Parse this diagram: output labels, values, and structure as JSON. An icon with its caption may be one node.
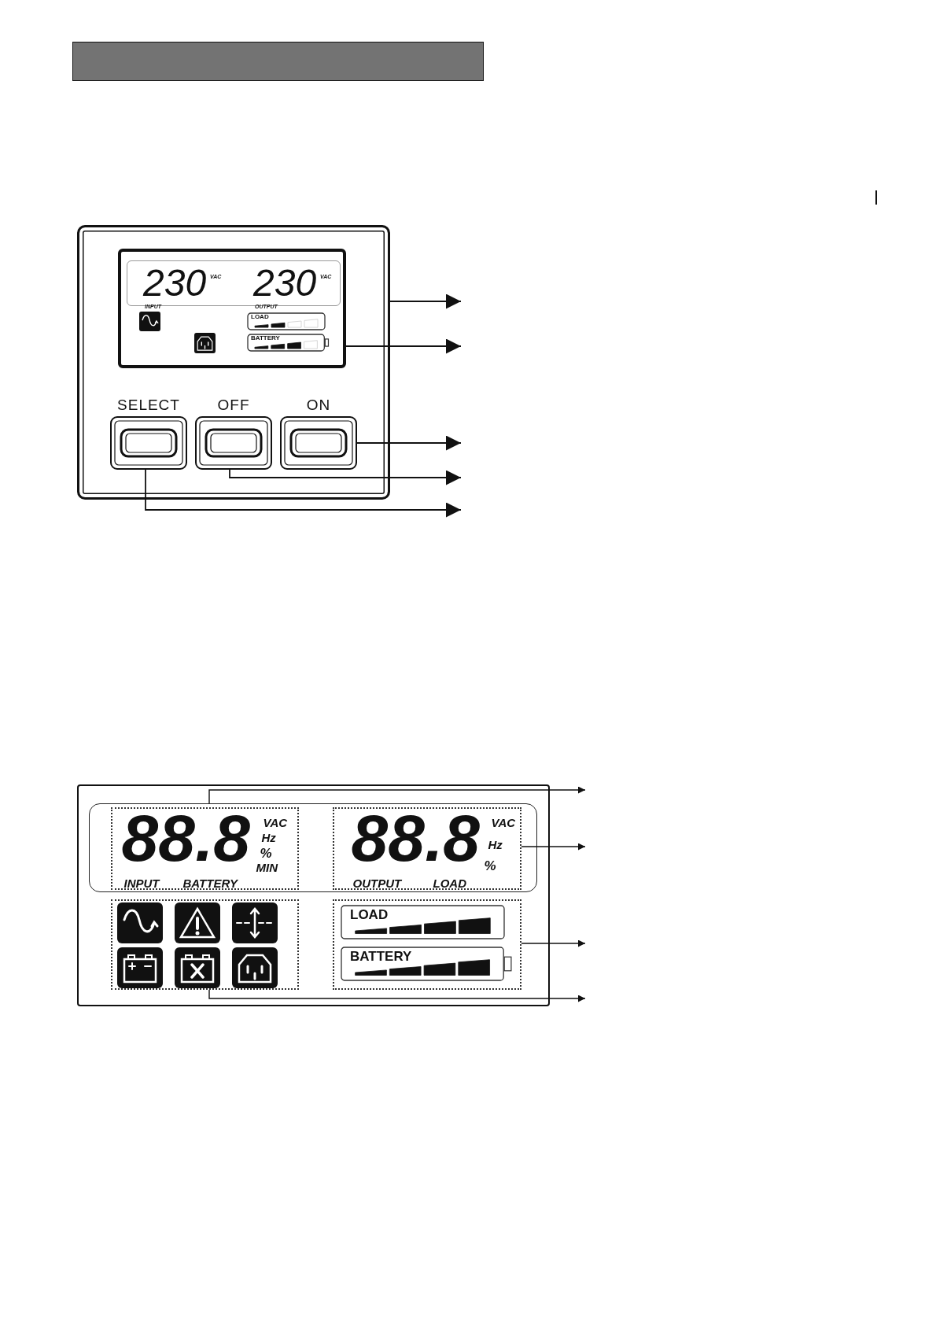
{
  "diagram": {
    "nodes": [
      {
        "text": [],
        "shape": "bar"
      },
      {
        "text": [],
        "shape": "box"
      },
      {
        "text": [
          "230",
          "VAC",
          "INPUT",
          "230",
          "VAC",
          "OUTPUT"
        ],
        "in": 1
      },
      {
        "text": [
          "LOAD"
        ],
        "in": 2
      },
      {
        "text": [
          "BATTERY"
        ],
        "in": 2
      },
      {
        "text": [
          "SELECT"
        ],
        "in": 1
      },
      {
        "text": [
          "OFF"
        ],
        "in": 1
      },
      {
        "text": [
          "ON"
        ],
        "in": 1
      },
      {
        "text": [],
        "shape": "box"
      },
      {
        "text": [],
        "shape": "box",
        "in": 8
      },
      {
        "text": [
          "88.8",
          "VAC",
          "Hz",
          "%",
          "MIN",
          "INPUT",
          "BATTERY"
        ],
        "in": 9
      },
      {
        "text": [
          "88.8",
          "VAC",
          "Hz",
          "%",
          "OUTPUT",
          "LOAD"
        ],
        "in": 9
      },
      {
        "text": [],
        "shape": "box",
        "in": 8
      },
      {
        "text": [],
        "shape": "box",
        "in": 8
      },
      {
        "text": [
          "LOAD"
        ],
        "in": 13
      },
      {
        "text": [
          "BATTERY"
        ],
        "in": 13
      }
    ],
    "edges": [
      {
        "from": 1,
        "to": null,
        "arrow": "to"
      },
      {
        "from": 2,
        "to": null,
        "arrow": "to"
      },
      {
        "from": 7,
        "to": null,
        "arrow": "to"
      },
      {
        "from": 6,
        "to": null,
        "arrow": "to"
      },
      {
        "from": 5,
        "to": null,
        "arrow": "to"
      },
      {
        "from": 9,
        "to": null,
        "arrow": "to"
      },
      {
        "from": 11,
        "to": null,
        "arrow": "to"
      },
      {
        "from": 13,
        "to": null,
        "arrow": "to"
      },
      {
        "from": 12,
        "to": null,
        "arrow": "to"
      }
    ]
  }
}
